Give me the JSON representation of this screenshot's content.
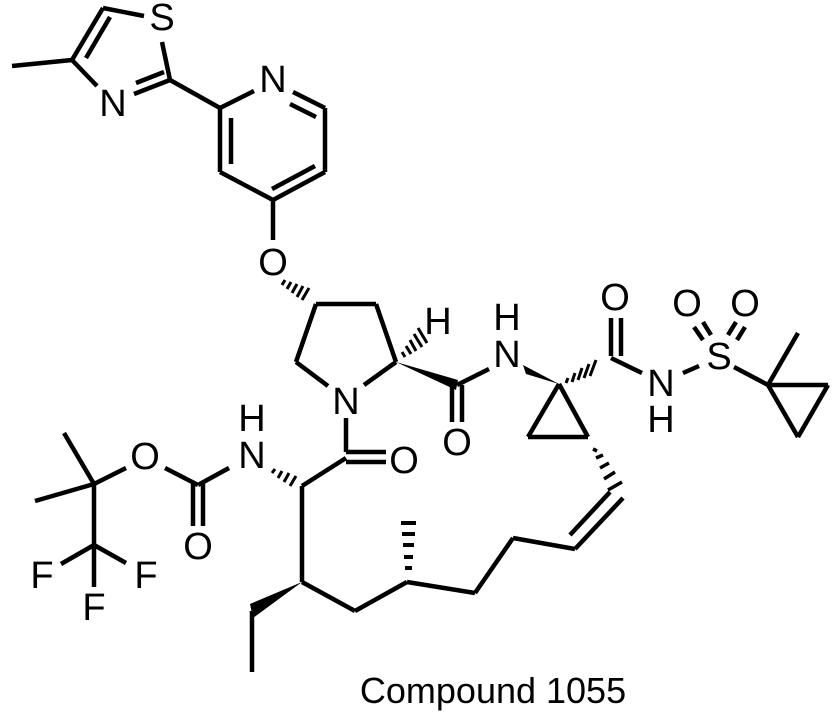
{
  "figure": {
    "type": "chemical-structure",
    "caption": "Compound 1055",
    "bond_color": "#000000",
    "background": "#ffffff"
  },
  "atoms": {
    "thiazole_S": "S",
    "thiazole_N": "N",
    "pyridine_N": "N",
    "ether_O": "O",
    "pyrrolidine_N": "N",
    "pyrrolidine_H": "H",
    "amide1_N": "N",
    "amide1_H": "H",
    "amide1_O": "O",
    "acyl_O": "O",
    "carbamate_N": "N",
    "carbamate_H": "H",
    "carbamate_O1": "O",
    "carbamate_O2": "O",
    "F1": "F",
    "F2": "F",
    "F3": "F",
    "amide2_O": "O",
    "sulfonamide_N": "N",
    "sulfonamide_H": "H",
    "sulfonyl_S": "S",
    "sulfonyl_O1": "O",
    "sulfonyl_O2": "O"
  }
}
